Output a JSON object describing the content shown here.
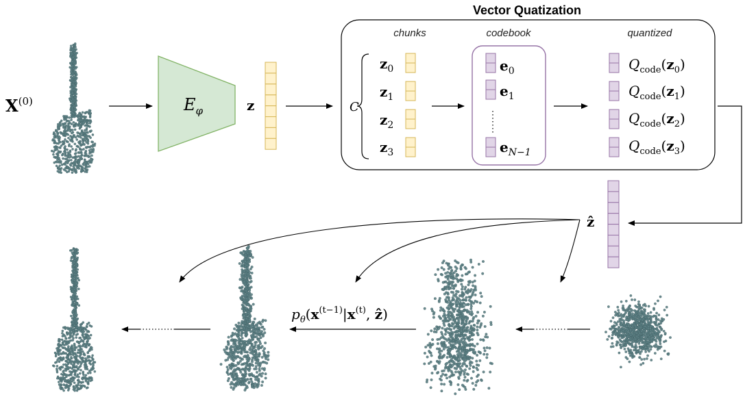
{
  "title": "Vector Quatization",
  "input_label": {
    "base": "X",
    "sup": "(0)"
  },
  "encoder_label": {
    "base": "E",
    "sub": "φ"
  },
  "z_label": "z",
  "c_label": "C",
  "headers": {
    "chunks": "chunks",
    "codebook": "codebook",
    "quantized": "quantized"
  },
  "chunks": [
    {
      "base": "z",
      "sub": "0"
    },
    {
      "base": "z",
      "sub": "1"
    },
    {
      "base": "z",
      "sub": "2"
    },
    {
      "base": "z",
      "sub": "3"
    }
  ],
  "codebook": [
    {
      "base": "e",
      "sub": "0"
    },
    {
      "base": "e",
      "sub": "1"
    },
    {
      "base": "e",
      "sub": "N−1"
    }
  ],
  "quantized": [
    {
      "fn": "Q",
      "fnsub": "code",
      "arg": "z",
      "argsub": "0"
    },
    {
      "fn": "Q",
      "fnsub": "code",
      "arg": "z",
      "argsub": "1"
    },
    {
      "fn": "Q",
      "fnsub": "code",
      "arg": "z",
      "argsub": "2"
    },
    {
      "fn": "Q",
      "fnsub": "code",
      "arg": "z",
      "argsub": "3"
    }
  ],
  "zhat_label": "ẑ",
  "denoise_label": {
    "p": "p",
    "psub": "θ",
    "x1": "x",
    "sup1": "(t−1)",
    "x2": "x",
    "sup2": "(t)",
    "zhat": "ẑ"
  },
  "colors": {
    "encoder_fill": "#d5e8d4",
    "encoder_stroke": "#82b366",
    "z_fill": "#fff2cc",
    "z_stroke": "#d6b656",
    "code_fill": "#e1d5e7",
    "code_stroke": "#9673a6",
    "points": "#5c7f84"
  }
}
